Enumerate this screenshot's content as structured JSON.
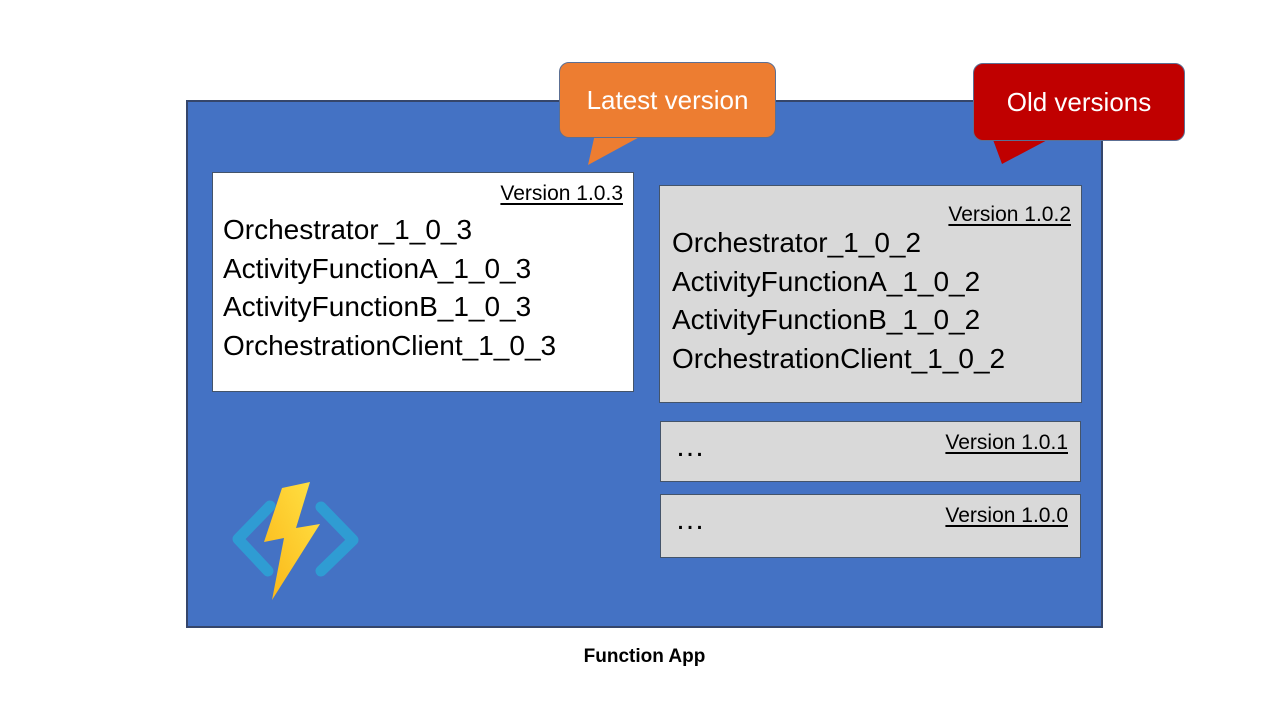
{
  "diagram": {
    "caption": "Function App",
    "callouts": {
      "latest": {
        "label": "Latest version"
      },
      "old": {
        "label": "Old versions"
      }
    },
    "latest_box": {
      "version_label": "Version 1.0.3",
      "functions": [
        "Orchestrator_1_0_3",
        "ActivityFunctionA_1_0_3",
        "ActivityFunctionB_1_0_3",
        "OrchestrationClient_1_0_3"
      ]
    },
    "old_box": {
      "version_label": "Version 1.0.2",
      "functions": [
        "Orchestrator_1_0_2",
        "ActivityFunctionA_1_0_2",
        "ActivityFunctionB_1_0_2",
        "OrchestrationClient_1_0_2"
      ]
    },
    "strip_101": {
      "version_label": "Version 1.0.1",
      "ellipsis": "…"
    },
    "strip_100": {
      "version_label": "Version 1.0.0",
      "ellipsis": "…"
    },
    "icon": "azure-functions-icon"
  },
  "colors": {
    "blue_fill": "#4472C4",
    "blue_border": "#35466B",
    "box_outline": "#44546A",
    "gray_fill": "#D9D9D9",
    "orange_fill": "#ED7D31",
    "red_fill": "#C00000",
    "callout_outline": "#5C6F93",
    "bracket_blue": "#2F9CD3",
    "bolt_dark": "#FBB517",
    "bolt_light": "#FFE345"
  }
}
